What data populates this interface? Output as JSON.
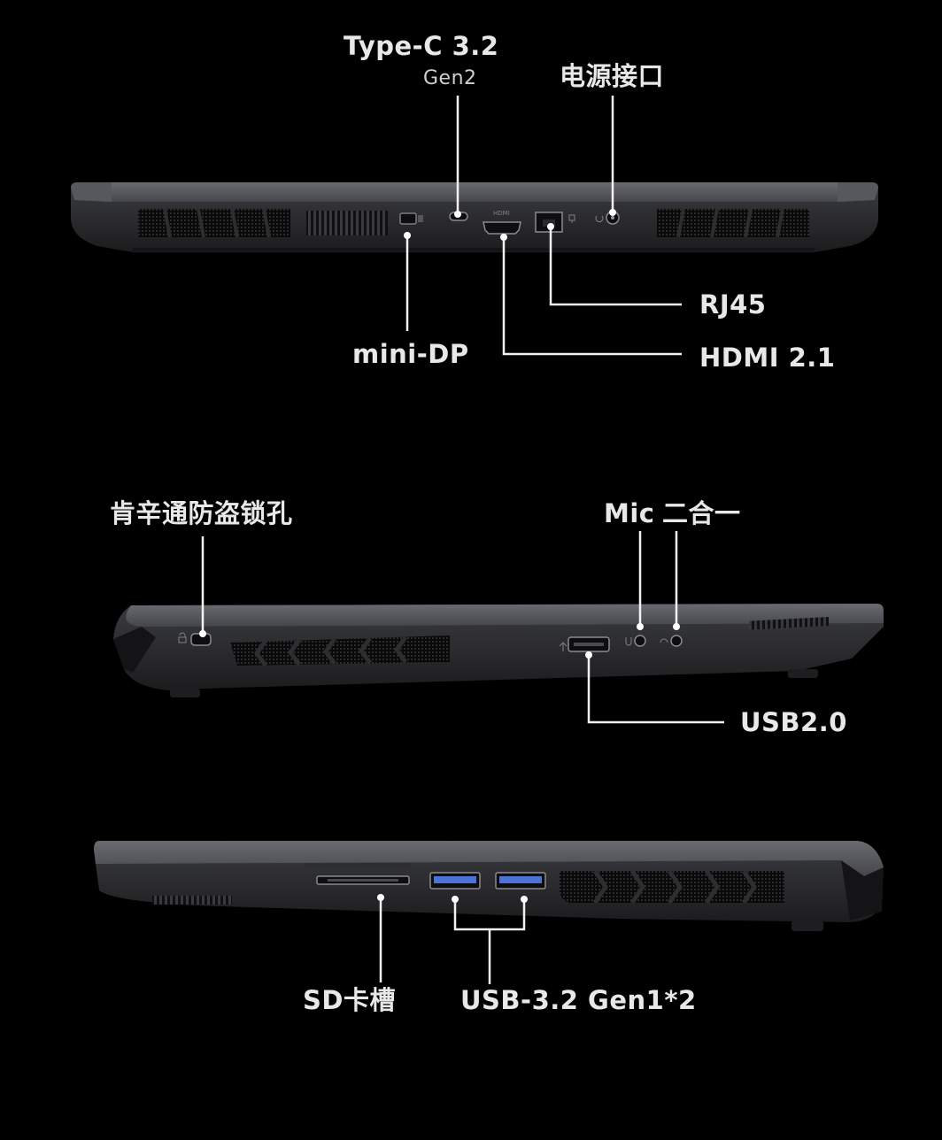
{
  "colors": {
    "background": "#000000",
    "body_dark": "#232325",
    "body_mid": "#3a3a3e",
    "body_top": "#5e5f64",
    "vent": "#0b0b0c",
    "port_blue": "#4c74d8",
    "label": "#e8e8e8",
    "callout": "#f2f2f2"
  },
  "rear_view": {
    "labels": {
      "type_c": "Type-C 3.2",
      "type_c_gen": "Gen2",
      "power": "电源接口",
      "mini_dp": "mini-DP",
      "rj45": "RJ45",
      "hdmi": "HDMI 2.1"
    }
  },
  "left_view": {
    "labels": {
      "kensington": "肯辛通防盗锁孔",
      "mic": "Mic",
      "combo": "二合一",
      "usb2": "USB2.0"
    }
  },
  "right_view": {
    "labels": {
      "sd": "SD卡槽",
      "usb3": "USB-3.2 Gen1*2"
    }
  },
  "icons": [
    "lock-icon",
    "headphone-icon",
    "mic-icon",
    "usb-icon",
    "lan-icon",
    "power-icon",
    "hdmi-icon"
  ]
}
